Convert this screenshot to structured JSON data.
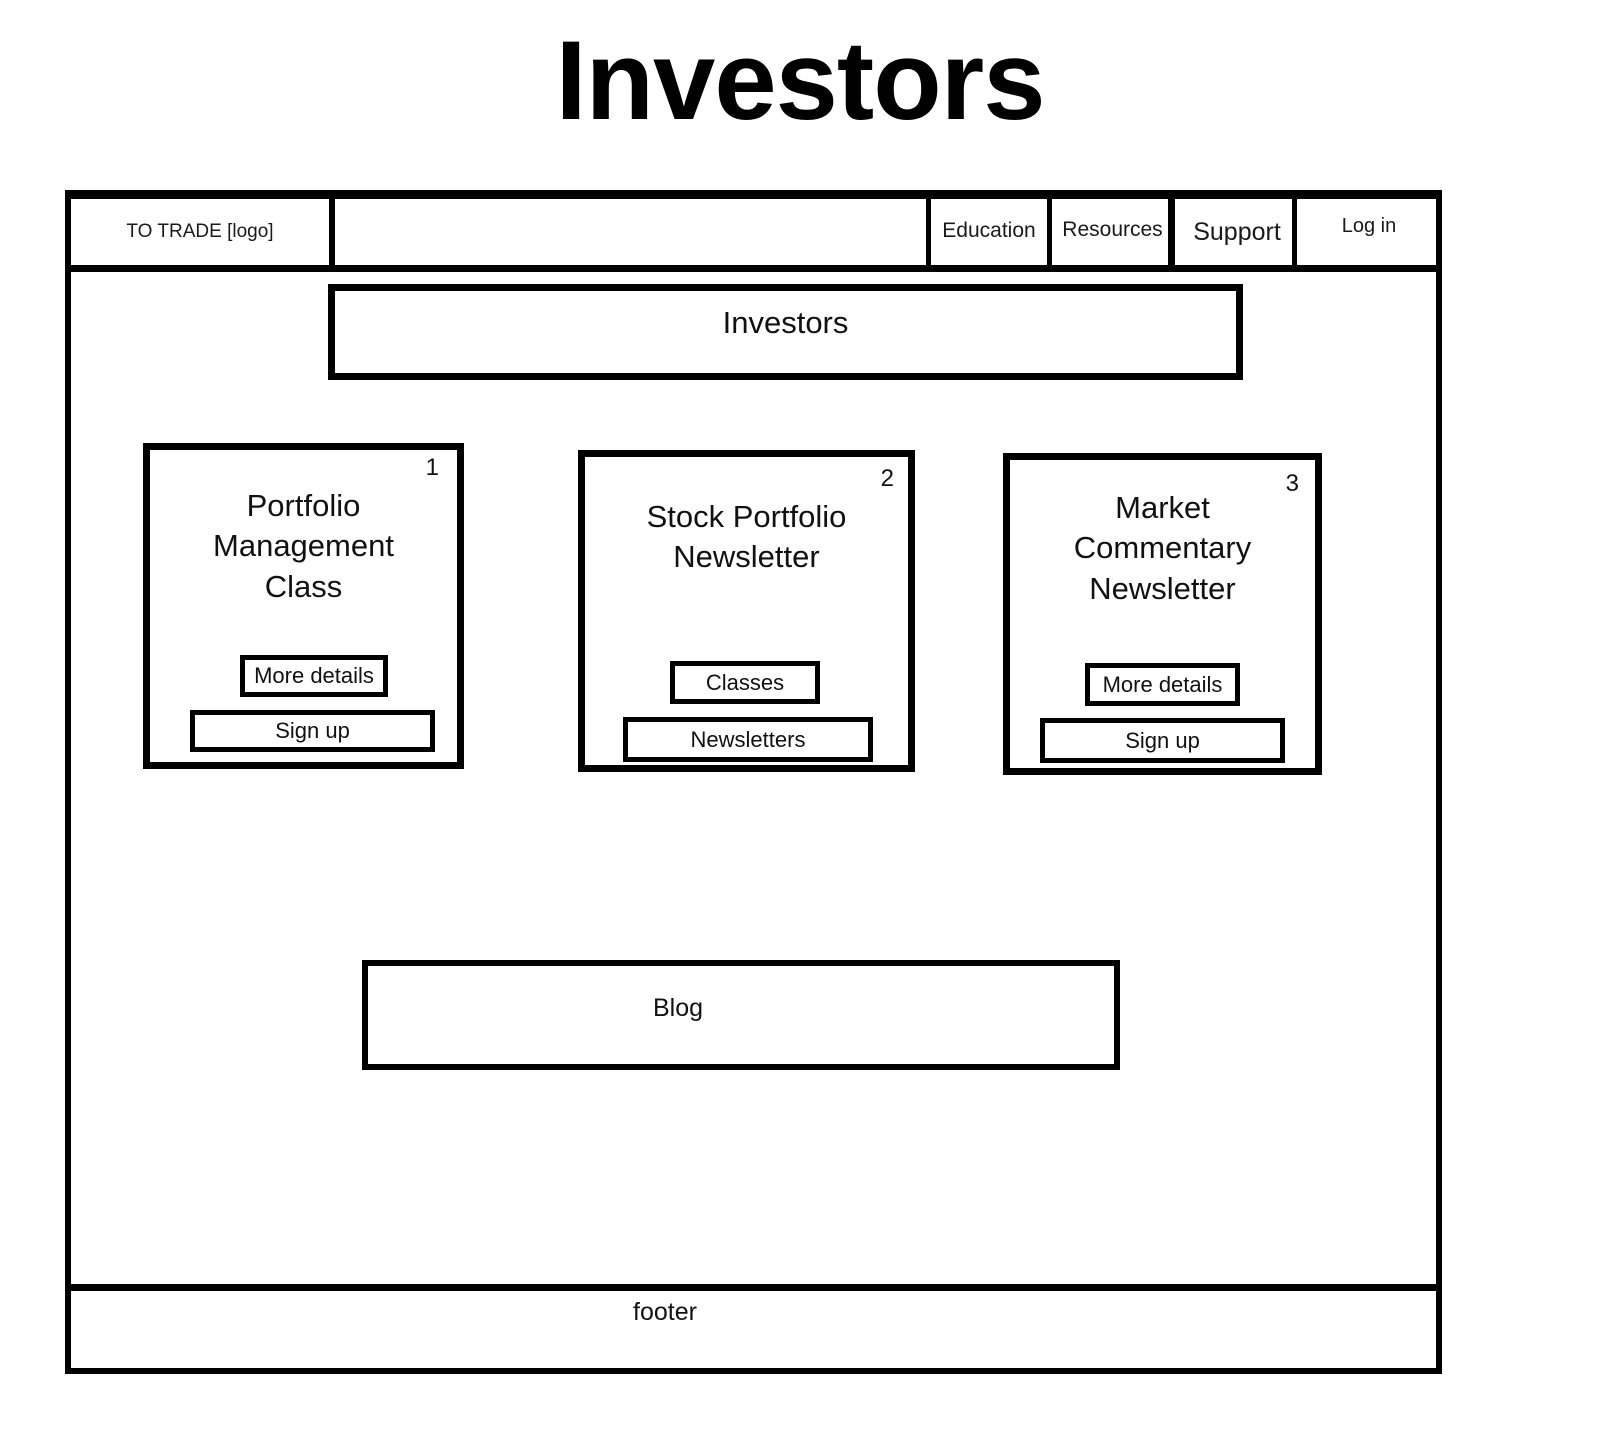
{
  "page": {
    "title": "Investors"
  },
  "navbar": {
    "logo": "TO TRADE [logo]",
    "spacer": "",
    "items": [
      {
        "label": "Education"
      },
      {
        "label": "Resources"
      },
      {
        "label": "Support"
      },
      {
        "label": "Log in"
      }
    ]
  },
  "hero": {
    "label": "Investors"
  },
  "cards": [
    {
      "number": "1",
      "title": "Portfolio Management Class",
      "primary_button": "More details",
      "secondary_button": "Sign up"
    },
    {
      "number": "2",
      "title": "Stock Portfolio Newsletter",
      "primary_button": "Classes",
      "secondary_button": "Newsletters"
    },
    {
      "number": "3",
      "title": "Market Commentary Newsletter",
      "primary_button": "More details",
      "secondary_button": "Sign up"
    }
  ],
  "blog": {
    "label": "Blog"
  },
  "footer": {
    "label": "footer"
  },
  "colors": {
    "stroke": "#000000",
    "background": "#ffffff",
    "text": "#111111"
  }
}
